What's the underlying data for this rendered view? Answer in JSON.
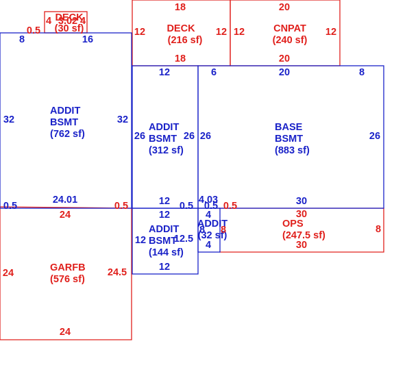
{
  "colors": {
    "red": "#e0201c",
    "blue": "#1a22c8"
  },
  "areas": [
    {
      "key": "deck-small",
      "color": "red",
      "label": "DECK",
      "area": "(30 sf)"
    },
    {
      "key": "deck",
      "color": "red",
      "label": "DECK",
      "area": "(216 sf)"
    },
    {
      "key": "cnpat",
      "color": "red",
      "label": "CNPAT",
      "area": "(240 sf)"
    },
    {
      "key": "addit-bsmt-762",
      "color": "blue",
      "label": "ADDIT",
      "label2": "BSMT",
      "area": "(762 sf)"
    },
    {
      "key": "addit-bsmt-312",
      "color": "blue",
      "label": "ADDIT",
      "label2": "BSMT",
      "area": "(312 sf)"
    },
    {
      "key": "base-bsmt",
      "color": "blue",
      "label": "BASE",
      "label2": "BSMT",
      "area": "(883 sf)"
    },
    {
      "key": "addit-bsmt-144",
      "color": "blue",
      "label": "ADDIT",
      "label2": "BSMT",
      "area": "(144 sf)"
    },
    {
      "key": "addit-32",
      "color": "blue",
      "label": "ADDIT",
      "area": "(32 sf)"
    },
    {
      "key": "ops",
      "color": "red",
      "label": "OPS",
      "area": "(247.5 sf)"
    },
    {
      "key": "garfb",
      "color": "red",
      "label": "GARFB",
      "area": "(576 sf)"
    }
  ],
  "dims": {
    "deck_small_top": "4",
    "deck_small_top_b": "3.02",
    "deck_small_top_c": "4",
    "deck_small_left": "0.5",
    "deck_top": "18",
    "deck_bottom": "18",
    "deck_left": "12",
    "deck_right": "12",
    "cnpat_top": "20",
    "cnpat_bottom": "20",
    "cnpat_left": "12",
    "cnpat_right": "12",
    "a762_top_left": "8",
    "a762_top_right": "16",
    "a762_left": "32",
    "a762_right": "32",
    "a762_bottom": "24.01",
    "a762_bl": "0.5",
    "a762_br": "0.5",
    "a312_top": "12",
    "a312_left": "26",
    "a312_right": "26",
    "a312_bottom": "12",
    "a312_br": "0.5",
    "base_top_left": "6",
    "base_top": "20",
    "base_top_right": "8",
    "base_left": "26",
    "base_right": "26",
    "base_bottom": "30",
    "base_bl": "4.03",
    "base_bl2": "0.5",
    "base_bl3": "0.5",
    "a144_top": "12",
    "a144_left": "12",
    "a144_right": "12.5",
    "a144_bottom": "12",
    "a32_top": "4",
    "a32_left": "8",
    "a32_right": "8",
    "a32_bottom": "4",
    "ops_top": "30",
    "ops_right": "8",
    "ops_bottom": "30",
    "garfb_top": "24",
    "garfb_left": "24",
    "garfb_right": "24.5",
    "garfb_bottom": "24"
  }
}
